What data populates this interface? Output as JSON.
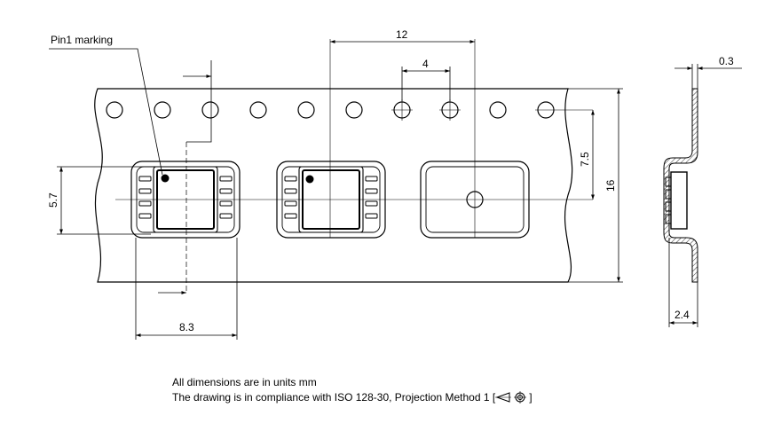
{
  "labels": {
    "pin1": "Pin1 marking"
  },
  "dimensions": {
    "pitch_12": "12",
    "hole_pitch_4": "4",
    "thickness_0_3": "0.3",
    "offset_7_5": "7.5",
    "width_16": "16",
    "pocket_5_7": "5.7",
    "pocket_8_3": "8.3",
    "depth_2_4": "2.4"
  },
  "notes": {
    "units": "All dimensions are in units mm",
    "compliance_prefix": "The drawing is in compliance with ISO 128-30, Projection Method 1 [",
    "compliance_suffix": "]"
  }
}
